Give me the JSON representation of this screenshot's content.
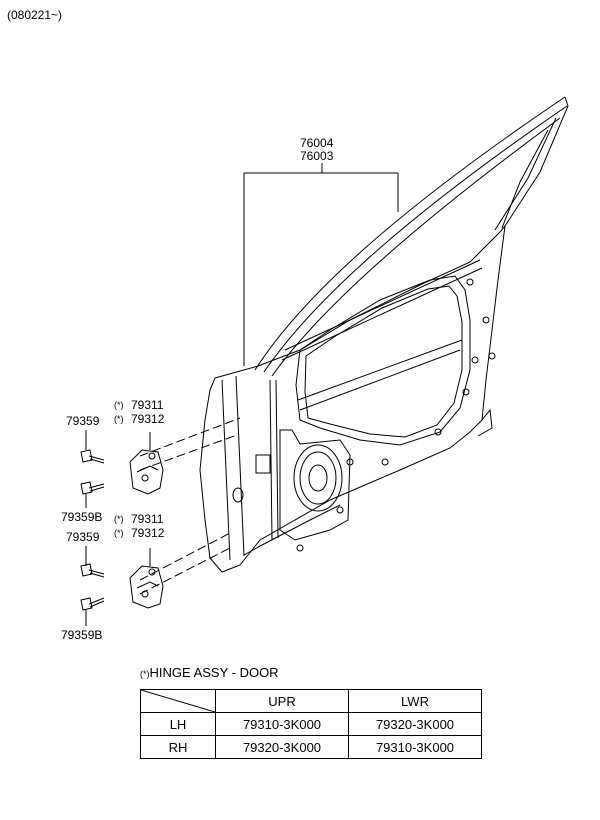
{
  "header": {
    "code": "(080221~)"
  },
  "callouts": {
    "door_a": "76004",
    "door_b": "76003",
    "upper_hinge_a": "79311",
    "upper_hinge_b": "79312",
    "lower_hinge_a": "79311",
    "lower_hinge_b": "79312",
    "upper_bolt": "79359",
    "middle_bolt": "79359B",
    "lower_bolt": "79359",
    "bottom_bolt": "79359B",
    "star": "(*)"
  },
  "legend": {
    "mark": "(*)",
    "text": "HINGE ASSY - DOOR"
  },
  "table": {
    "columns": [
      "UPR",
      "LWR"
    ],
    "rows": [
      {
        "side": "LH",
        "upr": "79310-3K000",
        "lwr": "79320-3K000"
      },
      {
        "side": "RH",
        "upr": "79320-3K000",
        "lwr": "79310-3K000"
      }
    ]
  }
}
